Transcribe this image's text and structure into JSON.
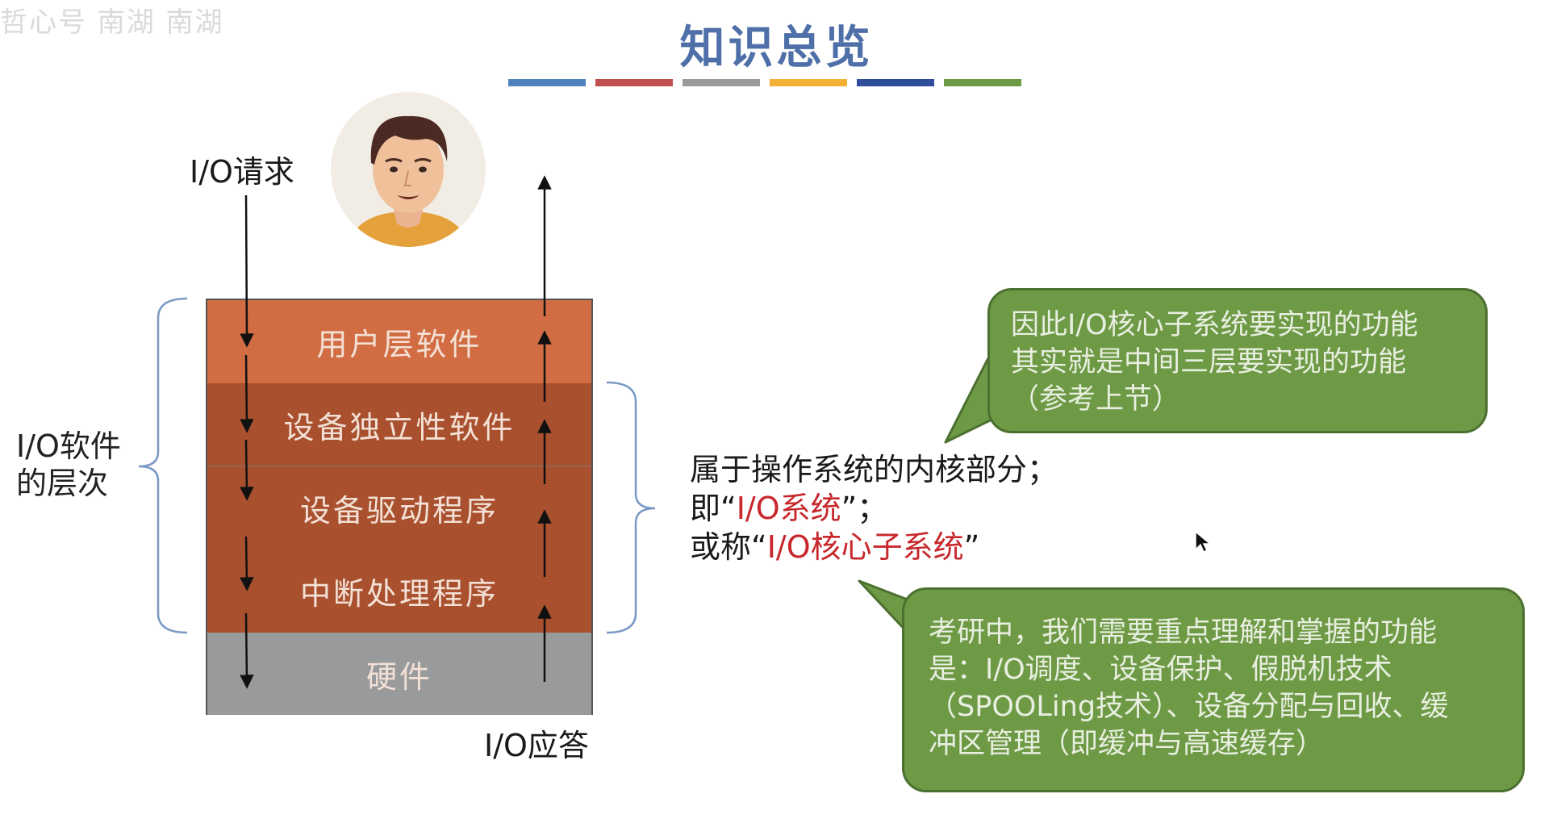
{
  "watermark": "哲心号 南湖 南湖",
  "title": "知识总览",
  "title_bar_colors": [
    "#4f81bd",
    "#c0504d",
    "#9a9a9a",
    "#f2b035",
    "#2e4e9c",
    "#6e9a46"
  ],
  "diagram": {
    "io_request": "I/O请求",
    "io_response": "I/O应答",
    "software_levels_label": [
      "I/O软件",
      "的层次"
    ],
    "layers": [
      {
        "label": "用户层软件",
        "color": "#d26d43"
      },
      {
        "label": "设备独立性软件",
        "color": "#a9502f"
      },
      {
        "label": "设备驱动程序",
        "color": "#a9502f"
      },
      {
        "label": "中断处理程序",
        "color": "#a9502f"
      },
      {
        "label": "硬件",
        "color": "#999a9c"
      }
    ]
  },
  "kernel_note": {
    "line1": "属于操作系统的内核部分；",
    "line2_prefix": "即“",
    "line2_highlight": "I/O系统",
    "line2_suffix": "”；",
    "line3_prefix": "或称“",
    "line3_highlight": "I/O核心子系统",
    "line3_suffix": "”",
    "highlight_color": "#c8272c"
  },
  "bubble_top": {
    "lines": [
      "因此I/O核心子系统要实现的功能",
      "其实就是中间三层要实现的功能",
      "（参考上节）"
    ],
    "color": "#6e9a46"
  },
  "bubble_bottom": {
    "lines": [
      "考研中，我们需要重点理解和掌握的功能",
      "是：I/O调度、设备保护、假脱机技术",
      "（SPOOLing技术）、设备分配与回收、缓",
      "冲区管理（即缓冲与高速缓存）"
    ],
    "color": "#6e9a46"
  }
}
